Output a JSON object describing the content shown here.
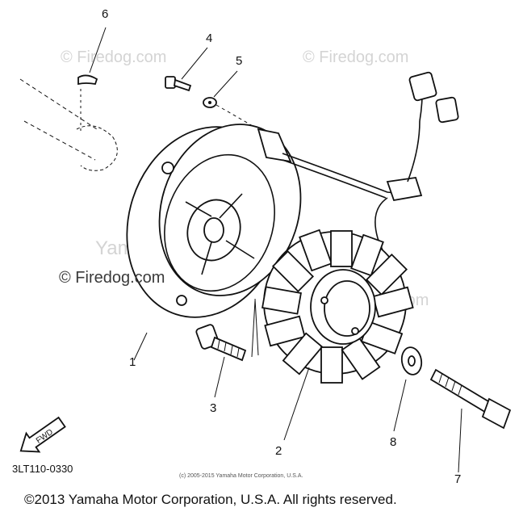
{
  "watermarks": {
    "firedog_1": "© Firedog.com",
    "firedog_2": "© Firedog.com",
    "firedog_3": "© Firedog.com",
    "firedog_4": "© Firedog.com",
    "yamaha_center": "Yamaha Motor Corp. U.S.A."
  },
  "callouts": {
    "c1": "1",
    "c2": "2",
    "c3": "3",
    "c4": "4",
    "c5": "5",
    "c6": "6",
    "c7": "7",
    "c8": "8"
  },
  "fwd_label": "FWD",
  "diagram_code": "3LT110-0330",
  "small_copyright": "(c) 2005-2015 Yamaha Motor Corporation, U.S.A.",
  "footer_copyright": "©2013 Yamaha Motor Corporation, U.S.A. All rights reserved."
}
